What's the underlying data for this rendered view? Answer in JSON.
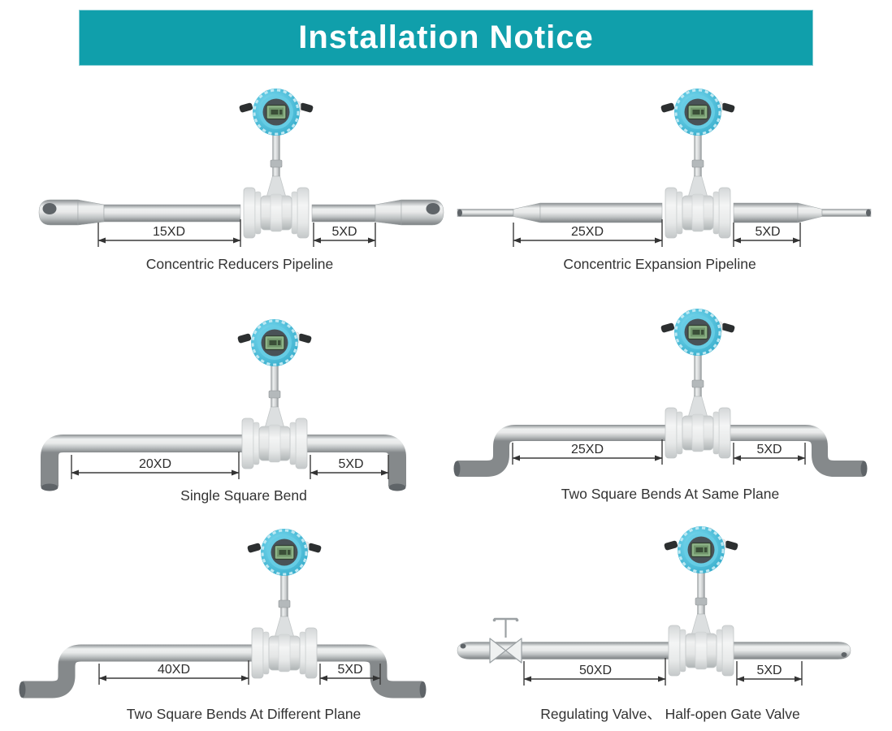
{
  "header": {
    "title": "Installation Notice"
  },
  "colors": {
    "banner_bg": "#109fab",
    "banner_text": "#ffffff",
    "pipe_gray": "#c9cdce",
    "meter_head_cyan": "#55c5e0",
    "lcd_green": "#8db387"
  },
  "diagrams": [
    {
      "id": "concentric-reducers",
      "caption": "Concentric Reducers Pipeline",
      "upstream_distance": "15XD",
      "downstream_distance": "5XD"
    },
    {
      "id": "concentric-expansion",
      "caption": "Concentric Expansion Pipeline",
      "upstream_distance": "25XD",
      "downstream_distance": "5XD"
    },
    {
      "id": "single-square-bend",
      "caption": "Single Square Bend",
      "upstream_distance": "20XD",
      "downstream_distance": "5XD"
    },
    {
      "id": "two-square-bends-same-plane",
      "caption": "Two Square Bends At Same Plane",
      "upstream_distance": "25XD",
      "downstream_distance": "5XD"
    },
    {
      "id": "two-square-bends-different-plane",
      "caption": "Two Square Bends At Different Plane",
      "upstream_distance": "40XD",
      "downstream_distance": "5XD"
    },
    {
      "id": "regulating-valve",
      "caption": "Regulating Valve、 Half-open Gate Valve",
      "upstream_distance": "50XD",
      "downstream_distance": "5XD"
    }
  ]
}
